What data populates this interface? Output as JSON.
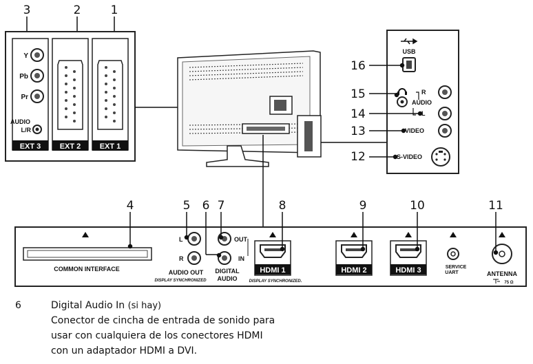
{
  "callouts": [
    "3",
    "2",
    "1",
    "16",
    "15",
    "14",
    "13",
    "12",
    "4",
    "5",
    "6",
    "7",
    "8",
    "9",
    "10",
    "11"
  ],
  "scart_panel": {
    "ext3": "EXT 3",
    "ext2": "EXT 2",
    "ext1": "EXT 1",
    "y": "Y",
    "pb": "Pb",
    "pr": "Pr",
    "audio": "AUDIO",
    "lr": "L/R"
  },
  "side_panel": {
    "usb": "USB",
    "r": "R",
    "audio": "AUDIO",
    "l": "L",
    "video": "VIDEO",
    "svideo": "S-VIDEO"
  },
  "bottom_panel": {
    "common_interface": "COMMON INTERFACE",
    "l": "L",
    "r": "R",
    "audio_out": "AUDIO OUT",
    "display_sync": "DISPLAY SYNCHRONIZED",
    "out": "OUT",
    "in": "IN",
    "digital": "DIGITAL",
    "audio": "AUDIO",
    "hdmi1": "HDMI 1",
    "display_sync2": "DISPLAY SYNCHRONIZED.",
    "hdmi2": "HDMI 2",
    "hdmi3": "HDMI 3",
    "service": "SERVICE",
    "uart": "UART",
    "antenna": "ANTENNA",
    "ohm": "75 Ω"
  },
  "description": {
    "number": "6",
    "title": "Digital Audio In",
    "title_note": "(si hay)",
    "lines": [
      "Conector de cincha de entrada de sonido para",
      "usar con cualquiera de los conectores HDMI",
      "con un adaptador HDMI a DVI."
    ]
  }
}
